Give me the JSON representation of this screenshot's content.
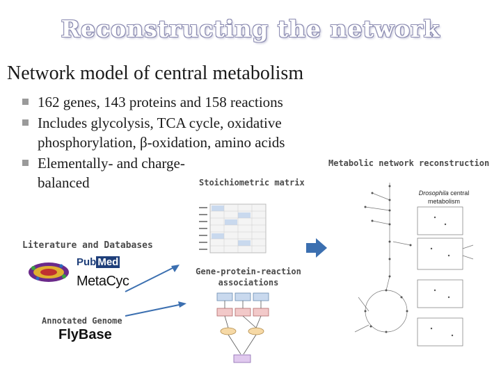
{
  "slide": {
    "title": "Reconstructing the network",
    "heading": "Network model of central metabolism",
    "bullets": [
      "162 genes, 143 proteins and 158 reactions",
      "Includes glycolysis, TCA cycle, oxidative phosphorylation, β-oxidation, amino acids",
      "Elementally- and charge-balanced"
    ]
  },
  "labels": {
    "literature": "Literature and Databases",
    "stoichiometric": "Stoichiometric matrix",
    "gpr": "Gene-protein-reaction associations",
    "annotated_genome": "Annotated Genome",
    "metabolic_reconstruction": "Metabolic network reconstruction"
  },
  "logos": {
    "pubmed_pub": "Pub",
    "pubmed_med": "Med",
    "metacyc": "MetaCyc",
    "flybase": "FlyBase"
  },
  "figure_caption": {
    "italic": "Drosophila",
    "rest": " central metabolism"
  },
  "colors": {
    "arrow": "#3b6fb0",
    "title_outline": "#8a8ab0",
    "gene_box": "#c9d9ee",
    "protein_box": "#f2c9c9"
  }
}
